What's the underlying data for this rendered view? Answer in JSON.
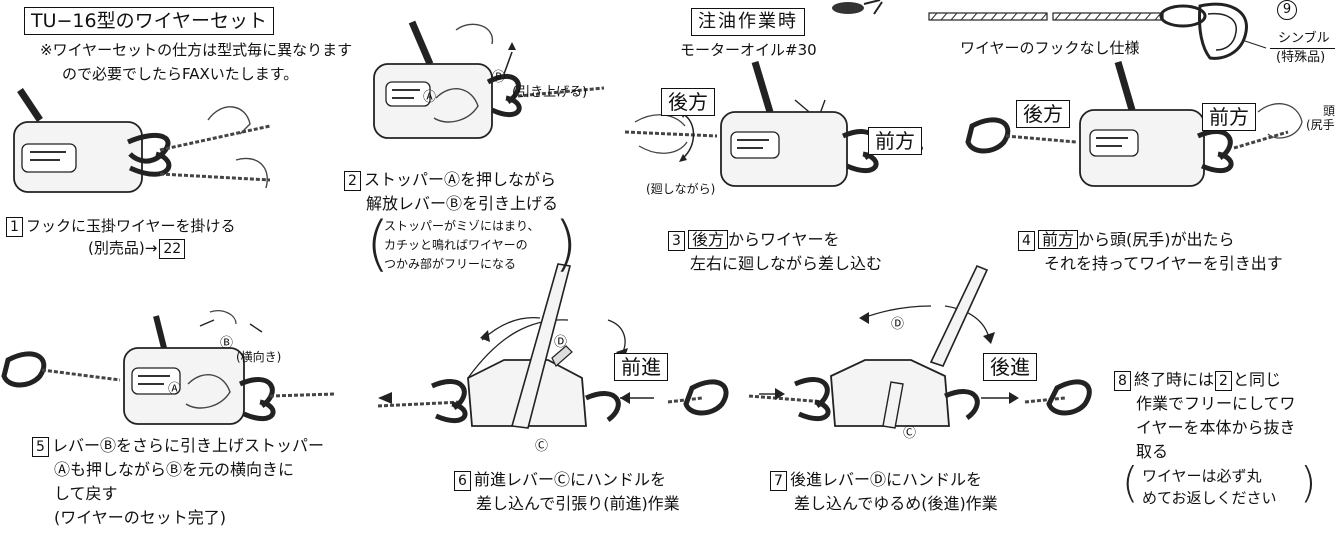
{
  "title": "TU−16型のワイヤーセット",
  "note": {
    "line1": "※ワイヤーセットの仕方は型式毎に異なります",
    "line2": "ので必要でしたらFAXいたします。"
  },
  "oiling": {
    "heading": "注油作業時",
    "oil": "モーターオイル#30",
    "hookless": "ワイヤーのフックなし仕様",
    "part_number": "9",
    "thimble": "シンブル",
    "thimble_note": "(特殊品)"
  },
  "labels": {
    "A": "Ⓐ",
    "B": "Ⓑ",
    "C": "Ⓒ",
    "D": "Ⓓ",
    "pull_up": "(引き上げる)",
    "rear": "後方",
    "front": "前方",
    "turning": "(廻しながら)",
    "head": "頭",
    "head_paren": "(尻手",
    "sideways": "(横向き)",
    "forward": "前進",
    "backward": "後進"
  },
  "steps": [
    {
      "num": "1",
      "line1": "フックに玉掛ワイヤーを掛ける",
      "line2": "(別売品)→",
      "ref": "22"
    },
    {
      "num": "2",
      "line1": "ストッパーⒶを押しながら",
      "line2": "解放レバーⒷを引き上げる",
      "note1": "ストッパーがミゾにはまり、",
      "note2": "カチッと鳴ればワイヤーの",
      "note3": "つかみ部がフリーになる"
    },
    {
      "num": "3",
      "tag": "後方",
      "line1": "からワイヤーを",
      "line2": "左右に廻しながら差し込む"
    },
    {
      "num": "4",
      "tag": "前方",
      "line1": "から頭(尻手)が出たら",
      "line2": "それを持ってワイヤーを引き出す"
    },
    {
      "num": "5",
      "line1": "レバーⒷをさらに引き上げストッパー",
      "line2": "Ⓐも押しながらⒷを元の横向きに",
      "line3": "して戻す",
      "line4": "(ワイヤーのセット完了)"
    },
    {
      "num": "6",
      "line1": "前進レバーⒸにハンドルを",
      "line2": "差し込んで引張り(前進)作業"
    },
    {
      "num": "7",
      "line1": "後進レバーⒹにハンドルを",
      "line2": "差し込んでゆるめ(後進)作業"
    },
    {
      "num": "8",
      "line1a": "終了時には",
      "ref": "2",
      "line1b": "と同じ",
      "line2": "作業でフリーにしてワ",
      "line3": "イヤーを本体から抜き",
      "line4": "取る",
      "note1": "ワイヤーは必ず丸",
      "note2": "めてお返しください"
    }
  ]
}
